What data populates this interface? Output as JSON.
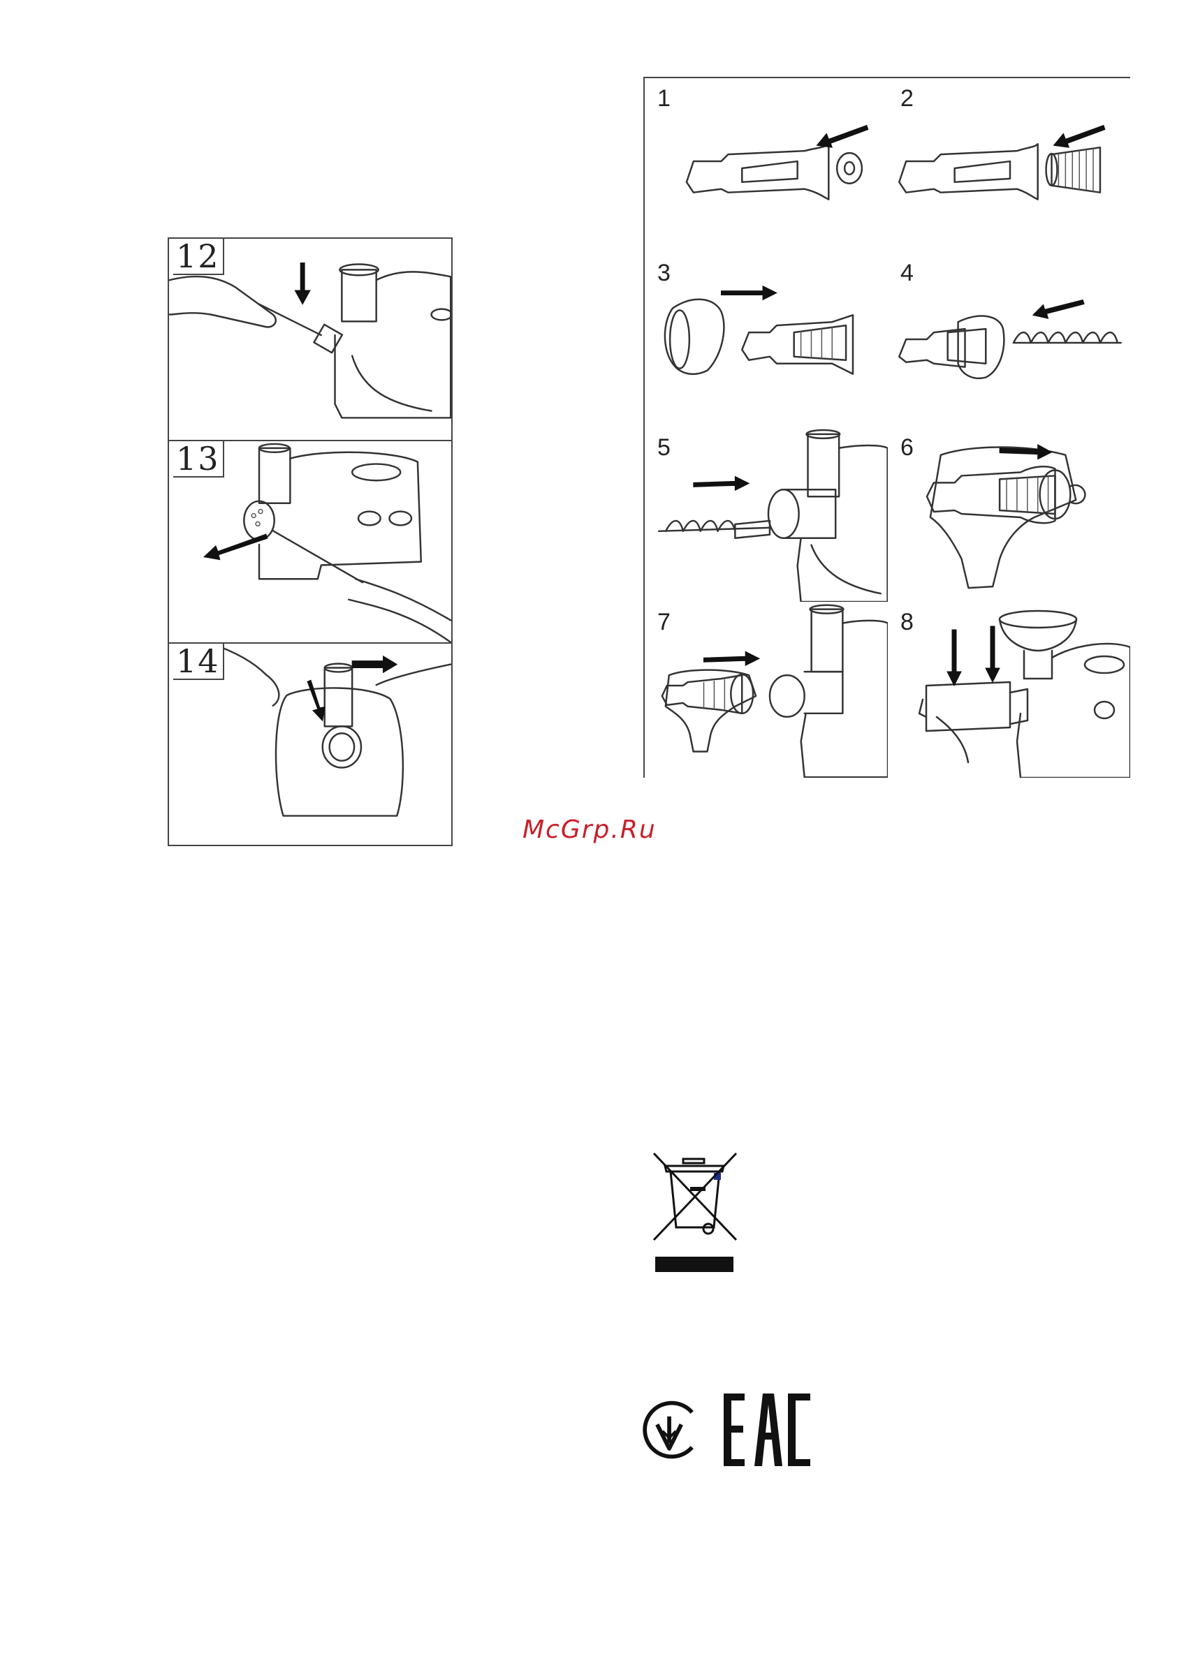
{
  "left_steps": [
    {
      "number": "12",
      "description_icon": "screwdriver-loosening-screw"
    },
    {
      "number": "13",
      "description_icon": "pull-out-disc-attachment"
    },
    {
      "number": "14",
      "description_icon": "remove-head-from-body"
    }
  ],
  "right_steps": [
    {
      "number": "1",
      "description_icon": "insert-seal-into-tube"
    },
    {
      "number": "2",
      "description_icon": "insert-filter"
    },
    {
      "number": "3",
      "description_icon": "attach-nut"
    },
    {
      "number": "4",
      "description_icon": "insert-screw"
    },
    {
      "number": "5",
      "description_icon": "insert-screw-into-body"
    },
    {
      "number": "6",
      "description_icon": "assembled-juicer-attachment"
    },
    {
      "number": "7",
      "description_icon": "attach-to-body"
    },
    {
      "number": "8",
      "description_icon": "place-tray-and-hopper"
    }
  ],
  "watermark": "McGrp.Ru",
  "marks": {
    "weee_icon": "crossed-out-wheelie-bin-icon",
    "ukraine_mark_icon": "ukrainian-conformity-mark-icon",
    "eac_icon": "eac-mark-icon",
    "eac_text": "EAC"
  }
}
